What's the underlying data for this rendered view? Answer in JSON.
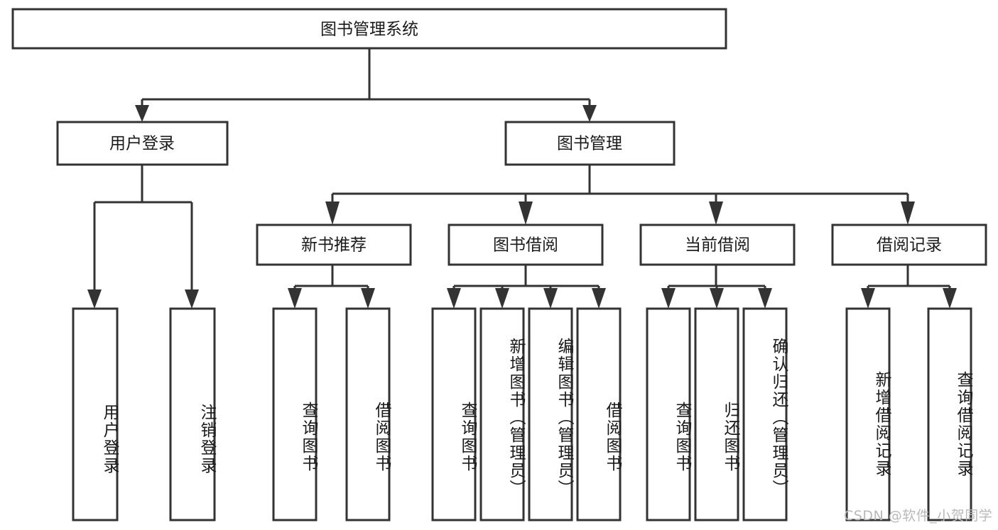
{
  "diagram": {
    "type": "tree-hierarchy-chart",
    "title": "图书管理系统",
    "orientation": "top-down",
    "colors": {
      "box_stroke": "#333333",
      "box_fill": "#ffffff",
      "text": "#1a1a1a",
      "background": "#ffffff",
      "watermark": "#b9b9b9"
    },
    "root": {
      "label": "图书管理系统"
    },
    "level1": [
      {
        "label": "用户登录"
      },
      {
        "label": "图书管理"
      }
    ],
    "level2": [
      {
        "label": "新书推荐",
        "parent": "图书管理"
      },
      {
        "label": "图书借阅",
        "parent": "图书管理"
      },
      {
        "label": "当前借阅",
        "parent": "图书管理"
      },
      {
        "label": "借阅记录",
        "parent": "图书管理"
      }
    ],
    "leaves": {
      "user_login": [
        {
          "label": "用户登录"
        },
        {
          "label": "注销登录"
        }
      ],
      "new_book_recommend": [
        {
          "label": "查询图书"
        },
        {
          "label": "借阅图书"
        }
      ],
      "book_borrow": [
        {
          "label": "查询图书"
        },
        {
          "label": "新增图书（管理员）"
        },
        {
          "label": "编辑图书（管理员）"
        },
        {
          "label": "借阅图书"
        }
      ],
      "current_borrow": [
        {
          "label": "查询图书"
        },
        {
          "label": "归还图书"
        },
        {
          "label": "确认归还（管理员）"
        }
      ],
      "borrow_record": [
        {
          "label": "新增借阅记录"
        },
        {
          "label": "查询借阅记录"
        }
      ]
    }
  },
  "watermark": {
    "text": "CSDN @软件_小贺同学"
  }
}
